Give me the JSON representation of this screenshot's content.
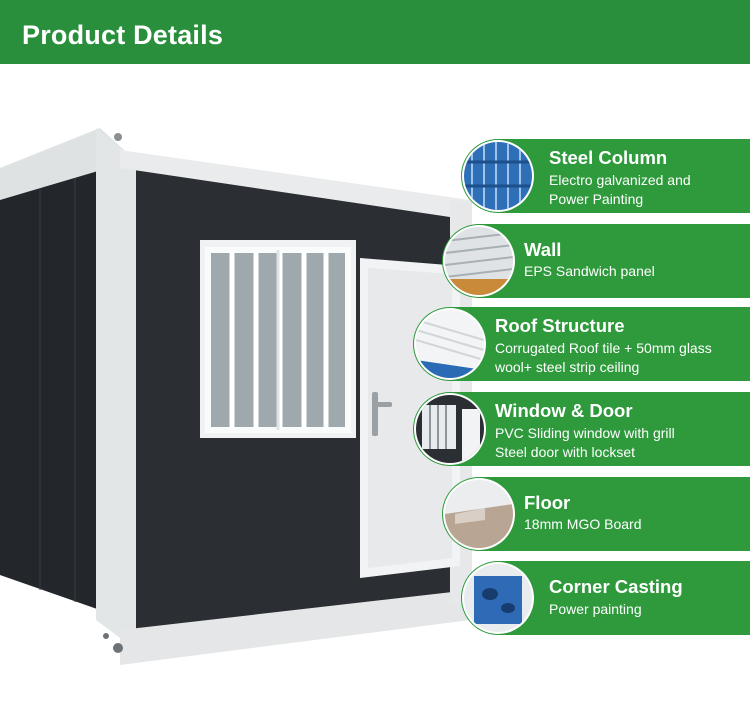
{
  "header": {
    "title": "Product Details"
  },
  "features": [
    {
      "title": "Steel Column",
      "lines": [
        "Electro galvanized and",
        "Power Painting"
      ],
      "icon": "steel-column-icon"
    },
    {
      "title": "Wall",
      "lines": [
        "EPS Sandwich panel"
      ],
      "icon": "wall-panel-icon"
    },
    {
      "title": "Roof Structure",
      "lines": [
        "Corrugated Roof tile + 50mm glass",
        "wool+ steel strip ceiling"
      ],
      "icon": "roof-structure-icon"
    },
    {
      "title": "Window & Door",
      "lines": [
        "PVC Sliding window with grill",
        "Steel door with lockset"
      ],
      "icon": "window-door-icon"
    },
    {
      "title": "Floor",
      "lines": [
        "18mm MGO Board"
      ],
      "icon": "floor-icon"
    },
    {
      "title": "Corner Casting",
      "lines": [
        "Power painting"
      ],
      "icon": "corner-casting-icon"
    }
  ],
  "colors": {
    "header": "#2a8f3c",
    "feature": "#2e9a3c",
    "panel": "#2b2f33",
    "frame": "#e7e9ea"
  }
}
